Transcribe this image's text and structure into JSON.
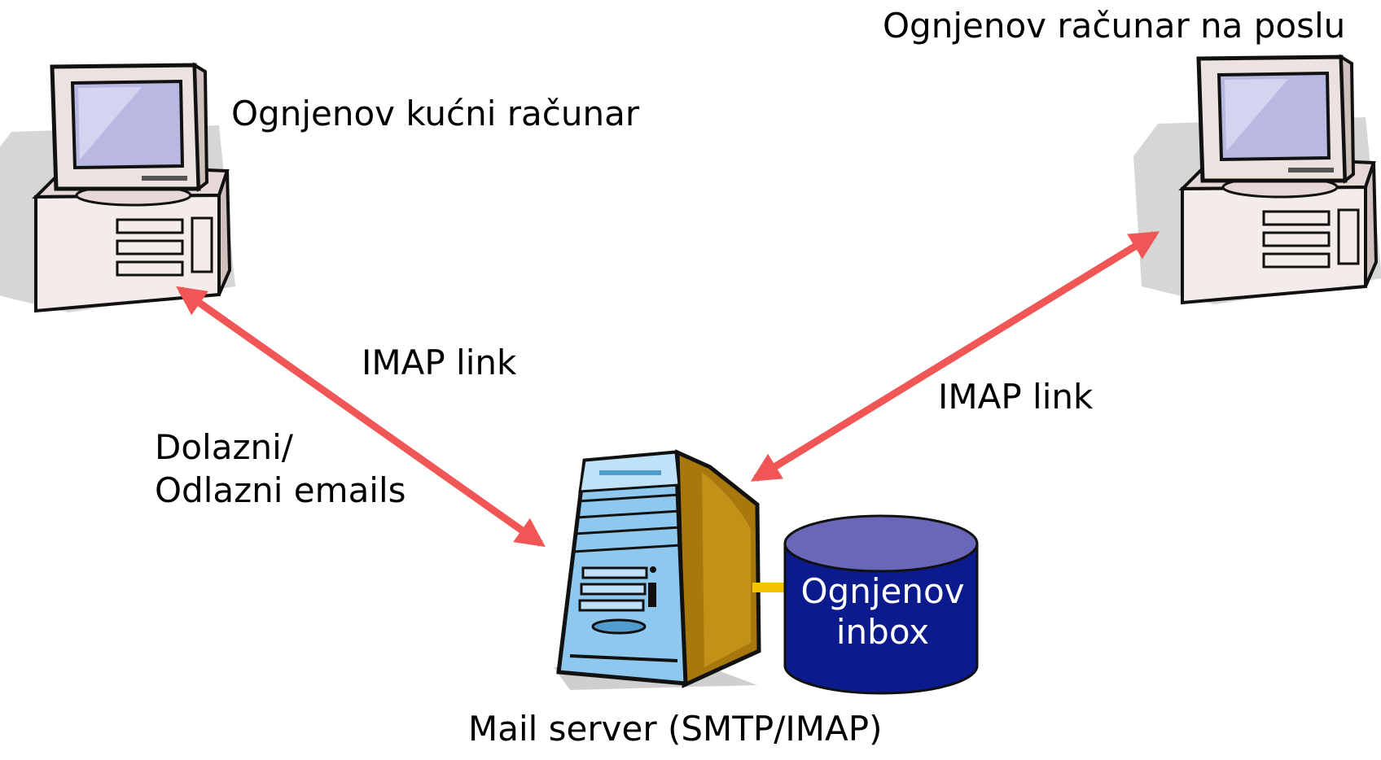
{
  "labels": {
    "home_computer": "Ognjenov kućni računar",
    "work_computer": "Ognjenov računar na poslu",
    "imap_link_left": "IMAP link",
    "imap_link_right": "IMAP link",
    "emails_line1": "Dolazni/",
    "emails_line2": "Odlazni emails",
    "mail_server": "Mail server (SMTP/IMAP)",
    "inbox_line1": "Ognjenov",
    "inbox_line2": "inbox"
  },
  "colors": {
    "arrow": "#f05656",
    "inbox_body": "#0b1a8c",
    "inbox_top": "#6a66b8",
    "connector": "#f5c400",
    "server_front": "#8ec8ee",
    "server_side": "#a8780c"
  },
  "icons": [
    "desktop-computer-icon",
    "server-tower-icon",
    "database-cylinder-icon"
  ]
}
